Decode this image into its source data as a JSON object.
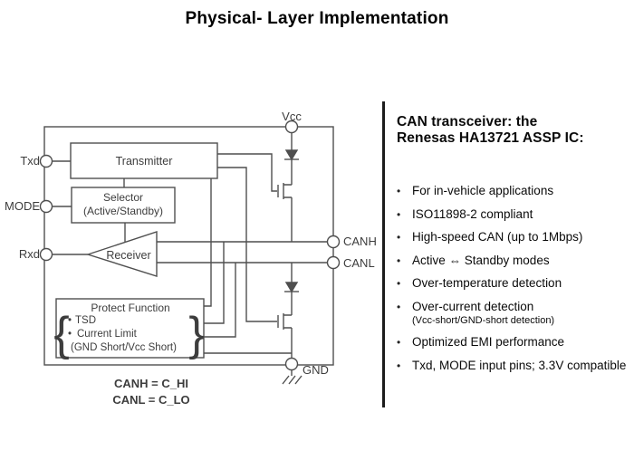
{
  "title": "Physical- Layer Implementation",
  "diagram": {
    "pins": {
      "txd": "Txd",
      "mode": "MODE",
      "rxd": "Rxd",
      "vcc": "Vcc",
      "canh": "CANH",
      "canl": "CANL",
      "gnd": "GND"
    },
    "blocks": {
      "transmitter": "Transmitter",
      "selector_line1": "Selector",
      "selector_line2": "(Active/Standby)",
      "receiver": "Receiver",
      "protect_title": "Protect Function",
      "bullet": "•",
      "protect_item1": "TSD",
      "protect_item2": "Current Limit",
      "protect_item3": "(GND Short/Vcc Short)",
      "brace_left": "{",
      "brace_right": "}"
    },
    "notes": {
      "canh_eq": "CANH = C_HI",
      "canl_eq": "CANL = C_LO"
    }
  },
  "panel": {
    "heading_line1": "CAN transceiver: the",
    "heading_line2": "Renesas HA13721 ASSP IC:",
    "bullet_char": "•",
    "bullets": [
      {
        "text": "For in-vehicle applications"
      },
      {
        "text": "ISO11898-2 compliant"
      },
      {
        "text": "High-speed CAN (up to 1Mbps)"
      },
      {
        "text": "Active ⇔ Standby modes"
      },
      {
        "text": "Over-temperature detection"
      },
      {
        "text": "Over-current detection",
        "sub": "(Vcc-short/GND-short detection)"
      },
      {
        "text": "Optimized EMI performance"
      },
      {
        "text": "Txd, MODE input pins; 3.3V compatible"
      }
    ]
  },
  "colors": {
    "line": "#4f4f4f",
    "text": "#3d3d3d",
    "panel_text": "#0a0a0a",
    "background": "#ffffff"
  }
}
